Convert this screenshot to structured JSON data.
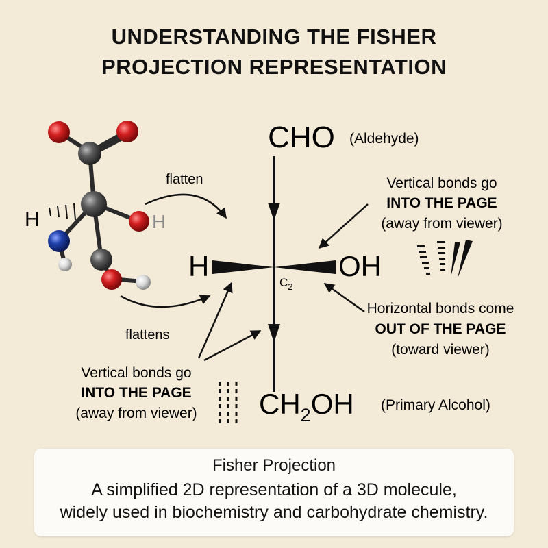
{
  "title": {
    "line1": "UNDERSTANDING THE FISHER",
    "line2": "PROJECTION REPRESENTATION"
  },
  "molecule3d": {
    "h_label": "H",
    "h_label_right": "H"
  },
  "arrows": {
    "flatten": "flatten",
    "flattens": "flattens"
  },
  "fisher": {
    "top_group": "CHO",
    "top_note": "(Aldehyde)",
    "left_group": "H",
    "right_group": "OH",
    "center_label": "C",
    "center_sub": "2",
    "bottom_group_main": "CH",
    "bottom_group_sub": "2",
    "bottom_group_tail": "OH",
    "bottom_note": "(Primary Alcohol)"
  },
  "notes": {
    "vertical_right": {
      "line1": "Vertical bonds go",
      "line2": "INTO THE PAGE",
      "line3": "(away from viewer)"
    },
    "horizontal": {
      "line1": "Horizontal bonds come",
      "line2": "OUT OF THE PAGE",
      "line3": "(toward viewer)"
    },
    "vertical_left": {
      "line1": "Vertical bonds go",
      "line2": "INTO THE PAGE",
      "line3": "(away from viewer)"
    }
  },
  "caption": {
    "title": "Fisher Projection",
    "line1": "A simplified 2D representation of a 3D molecule,",
    "line2": "widely used in biochemistry and carbohydrate chemistry."
  },
  "colors": {
    "background": "#f4ead8",
    "oxygen": "#d21f1f",
    "nitrogen": "#1f3fa8",
    "carbon": "#5a5a5a",
    "hydrogen": "#d8d8d8"
  }
}
